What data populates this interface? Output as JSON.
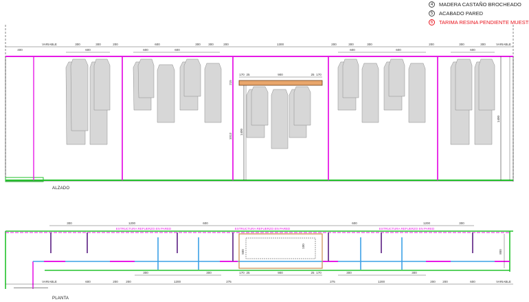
{
  "legend": [
    {
      "num": "4",
      "text": "MADERA CASTAÑO BROCHEADO",
      "color": "#222222"
    },
    {
      "num": "5",
      "text": "ACABADO PARED",
      "color": "#222222"
    },
    {
      "num": "6",
      "text": "TARIMA RESINA PENDIENTE MUESTRA",
      "color": "#e8111a"
    }
  ],
  "views": {
    "elevation_label": "ALZADO",
    "plan_label": "PLANTA"
  },
  "elevation": {
    "top_dims": [
      "400",
      "VARIABLE",
      "300",
      "300",
      "200",
      "600",
      "300",
      "300",
      "200",
      "1300",
      "200",
      "300",
      "300",
      "200",
      "300",
      "300",
      "VARIABLE"
    ],
    "sub_dims": [
      "600",
      "600",
      "600",
      "600",
      "600",
      "600"
    ],
    "bar_dims": [
      "170",
      "25",
      "900",
      "25",
      "170"
    ],
    "heights": [
      "1400",
      "1013",
      "1400",
      "215"
    ]
  },
  "plan": {
    "structure_note": "ESTRUCTURA REFUERZO EN PARED",
    "top_dims": [
      "300",
      "1200",
      "600",
      "600",
      "1200",
      "300"
    ],
    "bottom_dims": [
      "VARIABLE",
      "600",
      "200",
      "200",
      "1200",
      "275",
      "275",
      "1200",
      "200",
      "200",
      "600",
      "VARIABLE"
    ],
    "mid_dims": [
      "300",
      "300",
      "300",
      "300"
    ],
    "center_dims": [
      "170",
      "25",
      "900",
      "25",
      "170"
    ],
    "side_dims": [
      "100",
      "500",
      "800"
    ]
  },
  "colors": {
    "magenta": "#e619e6",
    "green": "#22c22a",
    "blue": "#3aa0e6",
    "wood": "#e9a66b"
  }
}
